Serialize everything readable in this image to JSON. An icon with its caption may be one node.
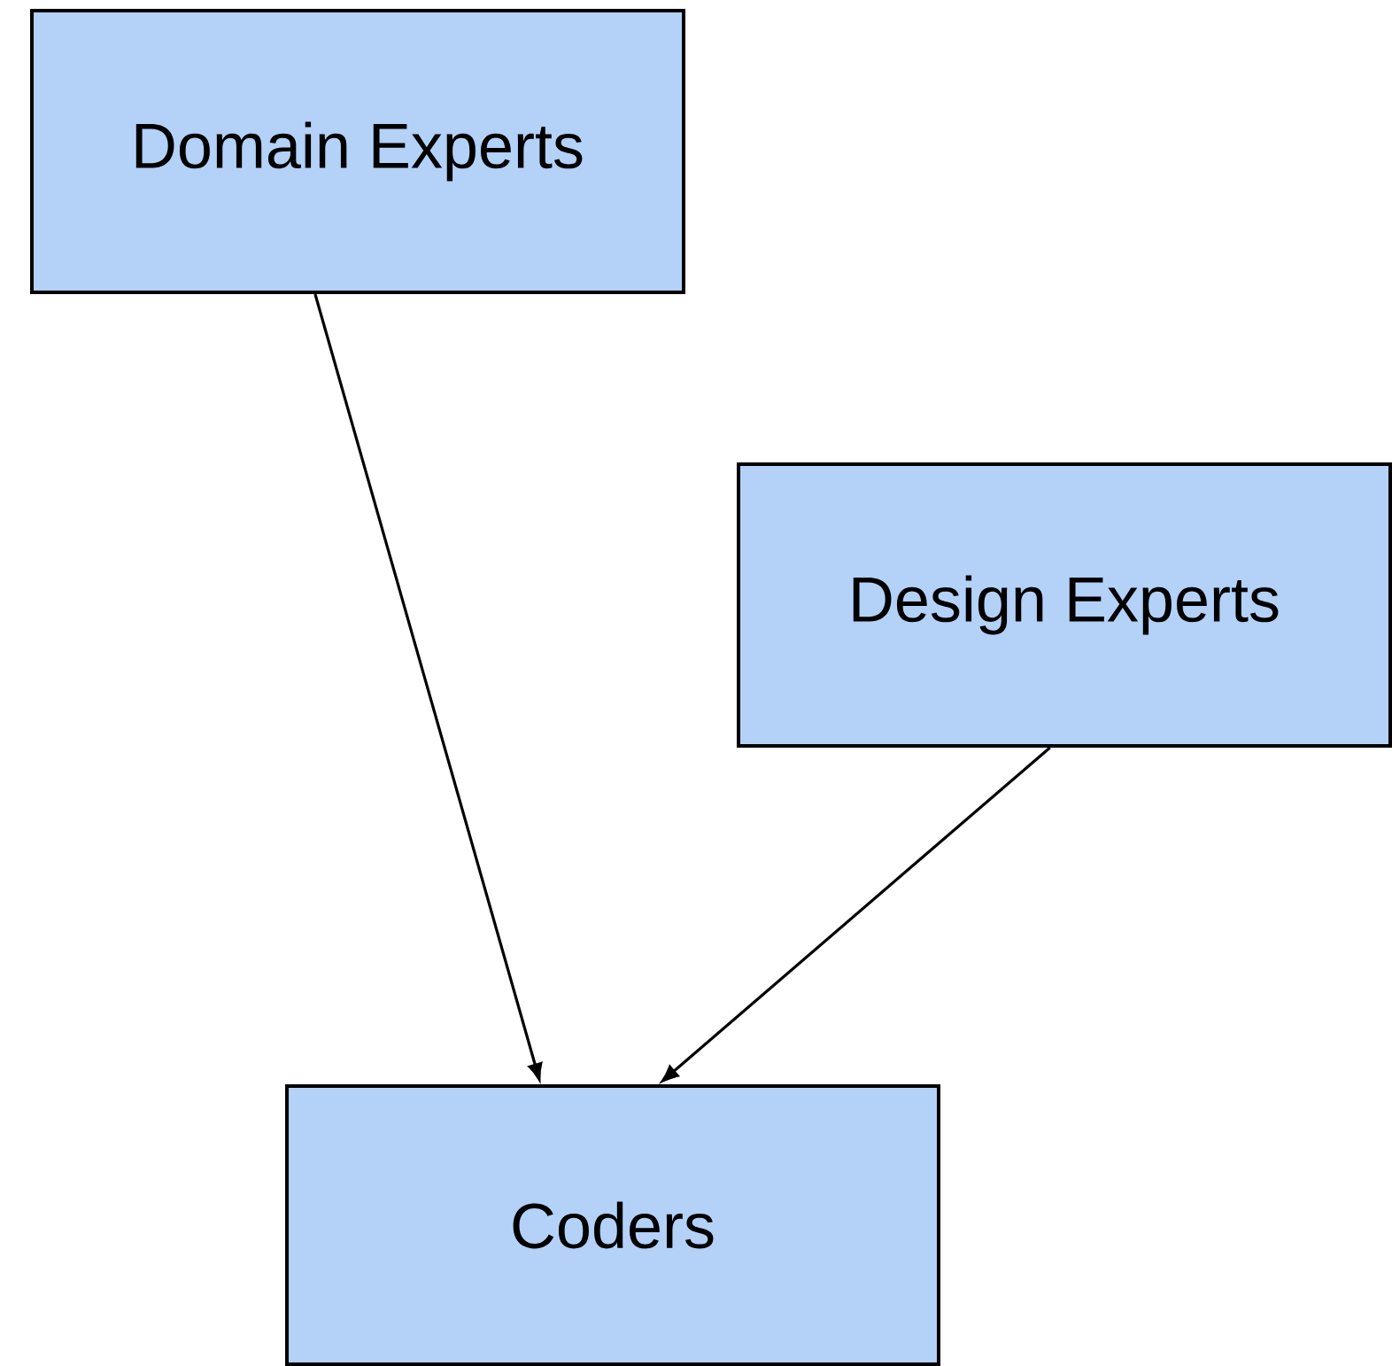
{
  "diagram": {
    "nodes": [
      {
        "text": [
          "Domain Experts"
        ]
      },
      {
        "text": [
          "Design Experts"
        ]
      },
      {
        "text": [
          "Coders"
        ]
      }
    ],
    "edges": [
      {
        "from": 0,
        "to": 2,
        "arrow": "to"
      },
      {
        "from": 1,
        "to": 2,
        "arrow": "to"
      }
    ]
  }
}
